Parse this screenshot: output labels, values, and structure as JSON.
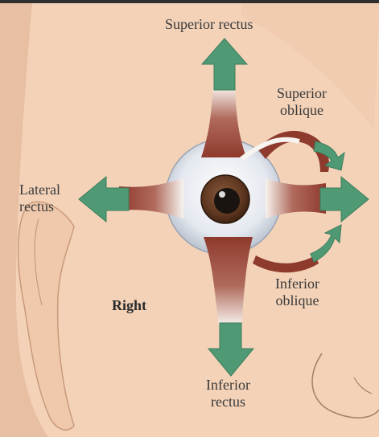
{
  "labels": {
    "superior_rectus": "Superior rectus",
    "superior_oblique": [
      "Superior",
      "oblique"
    ],
    "lateral_rectus": [
      "Lateral",
      "rectus"
    ],
    "inferior_oblique": [
      "Inferior",
      "oblique"
    ],
    "inferior_rectus": [
      "Inferior",
      "rectus"
    ],
    "side": "Right"
  },
  "colors": {
    "skin": "#f3d2b8",
    "skin_shadow": "#e8bfa3",
    "arrow": "#4f9a74",
    "muscle": "#8e3a2d",
    "tendon": "#f7f3ee",
    "sclera": "#e9ecf1",
    "iris": "#6b3f27",
    "pupil": "#1a1410"
  }
}
